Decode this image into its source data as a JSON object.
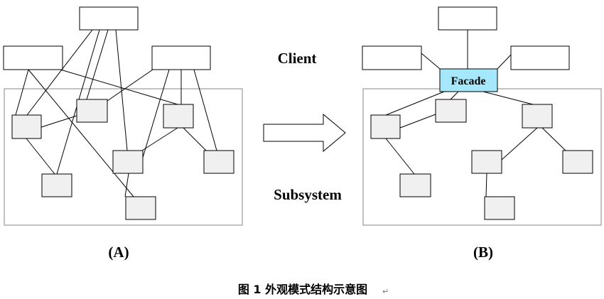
{
  "labels": {
    "client": "Client",
    "subsystem": "Subsystem",
    "panel_a": "(A)",
    "panel_b": "(B)",
    "facade": "Facade",
    "caption": "图 1  外观模式结构示意图",
    "paragraph_mark": "↵"
  },
  "colors": {
    "facade_fill": "#a6e8fb",
    "subsystem_box_fill": "#f0f0f0",
    "frame_stroke": "#9a9a9a",
    "line": "#000000"
  }
}
